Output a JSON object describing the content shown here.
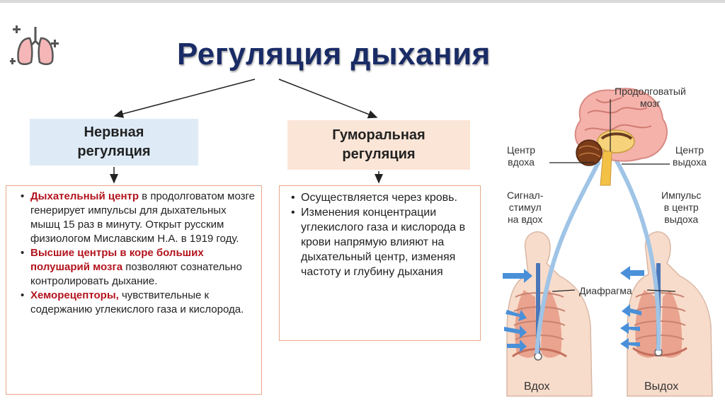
{
  "title": "Регуляция дыхания",
  "nervous": {
    "heading_line1": "Нервная",
    "heading_line2": "регуляция",
    "items": [
      {
        "highlight": "Дыхательный центр",
        "text": " в продолговатом мозге генерирует импульсы для дыхательных мышц 15 раз в минуту. Открыт русским физиологом Миславским Н.А. в 1919 году."
      },
      {
        "highlight": "Высшие центры в коре больших полушарий мозга",
        "text": " позволяют сознательно контролировать дыхание."
      },
      {
        "highlight": "Хеморецепторы,",
        "text": " чувствительные к содержанию углекислого газа и кислорода."
      }
    ]
  },
  "humoral": {
    "heading_line1": "Гуморальная",
    "heading_line2": "регуляция",
    "items": [
      "Осуществляется через кровь.",
      "Изменения концентрации углекислого газа и кислорода в крови напрямую влияют на дыхательный центр, изменяя частоту и глубину дыхания"
    ]
  },
  "figure_labels": {
    "medulla_line1": "Продолговатый",
    "medulla_line2": "мозг",
    "inhale_center_line1": "Центр",
    "inhale_center_line2": "вдоха",
    "exhale_center_line1": "Центр",
    "exhale_center_line2": "выдоха",
    "signal_line1": "Сигнал-",
    "signal_line2": "стимул",
    "signal_line3": "на вдох",
    "impulse_line1": "Импульс",
    "impulse_line2": "в центр",
    "impulse_line3": "выдоха",
    "diaphragm": "Диафрагма",
    "inhale": "Вдох",
    "exhale": "Выдох"
  },
  "colors": {
    "title": "#1a2c66",
    "highlight": "#b3141e",
    "nervous_head_bg": "#deebf7",
    "humoral_head_bg": "#fbe5d6",
    "panel_border": "#e8a98a",
    "arrow_blue": "#4a90d9"
  },
  "icon": "lungs-icon"
}
